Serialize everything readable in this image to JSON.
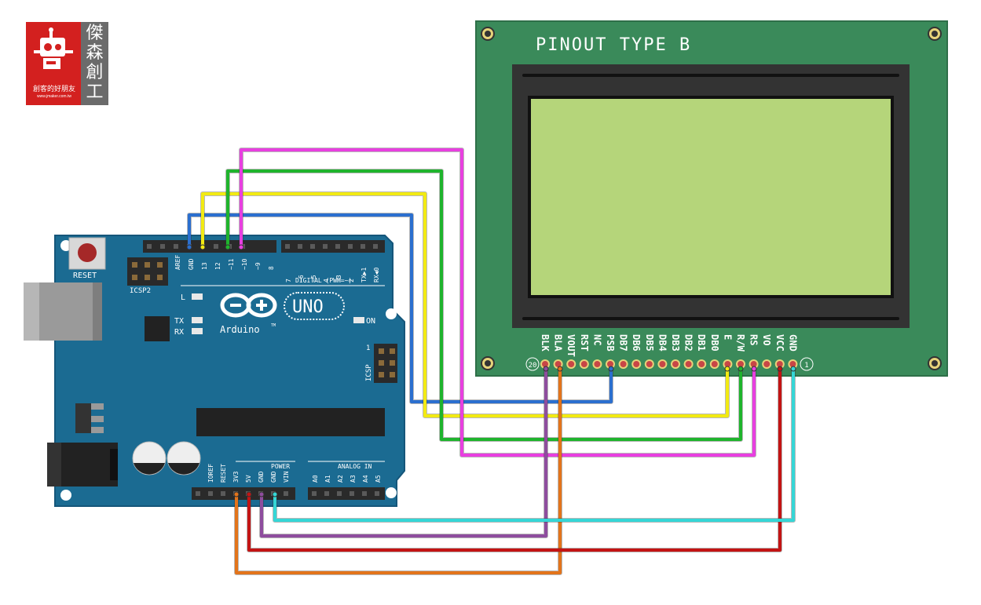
{
  "logo": {
    "chars": [
      "傑",
      "森",
      "創",
      "工"
    ],
    "tagline": "創客的好朋友",
    "url": "www.jmaker.com.tw"
  },
  "lcd": {
    "title": "PINOUT TYPE B",
    "pins": [
      "BLK",
      "BLA",
      "VOUT",
      "RST",
      "NC",
      "PSB",
      "DB7",
      "DB6",
      "DB5",
      "DB4",
      "DB3",
      "DB2",
      "DB1",
      "DB0",
      "E",
      "R/W",
      "RS",
      "VO",
      "VCC",
      "GND"
    ],
    "pin_first": "20",
    "pin_last": "1"
  },
  "arduino": {
    "reset_label": "RESET",
    "icsp2_label": "ICSP2",
    "icsp_label": "ICSP",
    "icsp_pin1": "1",
    "l_label": "L",
    "tx_label": "TX",
    "rx_label": "RX",
    "on_label": "ON",
    "uno_label": "UNO",
    "brand_label": "Arduino",
    "tm_label": "TM",
    "digital_label": "DIGITAL (PWM=~)",
    "power_label": "POWER",
    "analog_label": "ANALOG IN",
    "digital_pins_left": [
      "AREF",
      "GND",
      "13",
      "12",
      "~11",
      "~10",
      "~9",
      "8"
    ],
    "digital_pins_right": [
      "7",
      "~6",
      "~5",
      "4",
      "~3",
      "2",
      "TX▶1",
      "RX◀0"
    ],
    "power_pins": [
      "IOREF",
      "RESET",
      "3V3",
      "5V",
      "GND",
      "GND",
      "VIN"
    ],
    "analog_pins": [
      "A0",
      "A1",
      "A2",
      "A3",
      "A4",
      "A5"
    ]
  },
  "wires": [
    {
      "from": "GND",
      "to": "PSB",
      "color": "#2b6fcf"
    },
    {
      "from": "13",
      "to": "E",
      "color": "#f2ea13"
    },
    {
      "from": "~11",
      "to": "R/W",
      "color": "#1fb42d"
    },
    {
      "from": "~10",
      "to": "RS",
      "color": "#e83fe0"
    },
    {
      "from": "3V3",
      "to": "BLA",
      "color": "#e3741b"
    },
    {
      "from": "5V",
      "to": "VCC",
      "color": "#c31414"
    },
    {
      "from": "GND",
      "to": "BLK",
      "color": "#8e4d9e"
    },
    {
      "from": "GND",
      "to": "GND",
      "color": "#35d6d6"
    }
  ],
  "colors": {
    "board": "#1b6b92",
    "lcd_pcb": "#3a8a5a",
    "lcd_screen": "#b5d57a",
    "logo_red": "#d3201f"
  }
}
